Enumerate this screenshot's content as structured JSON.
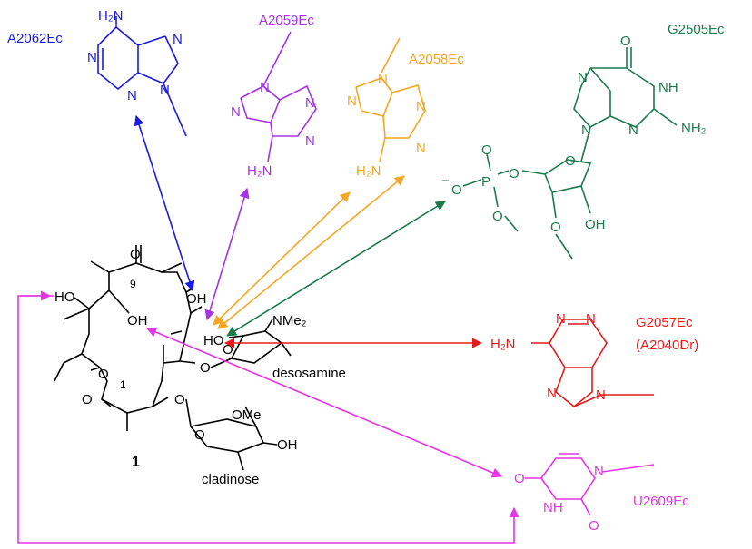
{
  "colors": {
    "blue": "#1a1ae6",
    "purple": "#a633e6",
    "orange": "#f5a623",
    "green": "#1a7a4c",
    "red": "#e61a1a",
    "magenta": "#e633e6",
    "black": "#000000"
  },
  "labels": {
    "a2062": "A2062Ec",
    "a2059": "A2059Ec",
    "a2058": "A2058Ec",
    "g2505": "G2505Ec",
    "g2057": "G2057Ec",
    "a2040": "(A2040Dr)",
    "u2609": "U2609Ec",
    "compound": "1",
    "desosamine": "desosamine",
    "cladinose": "cladinose",
    "c9": "9",
    "c1": "1"
  },
  "atoms": {
    "N": "N",
    "NH": "NH",
    "H2N": "H₂N",
    "NH2": "NH₂",
    "O": "O",
    "OH": "OH",
    "HO": "HO",
    "P": "P",
    "NMe2": "NMe₂",
    "OMe": "OMe",
    "minus": "−"
  }
}
